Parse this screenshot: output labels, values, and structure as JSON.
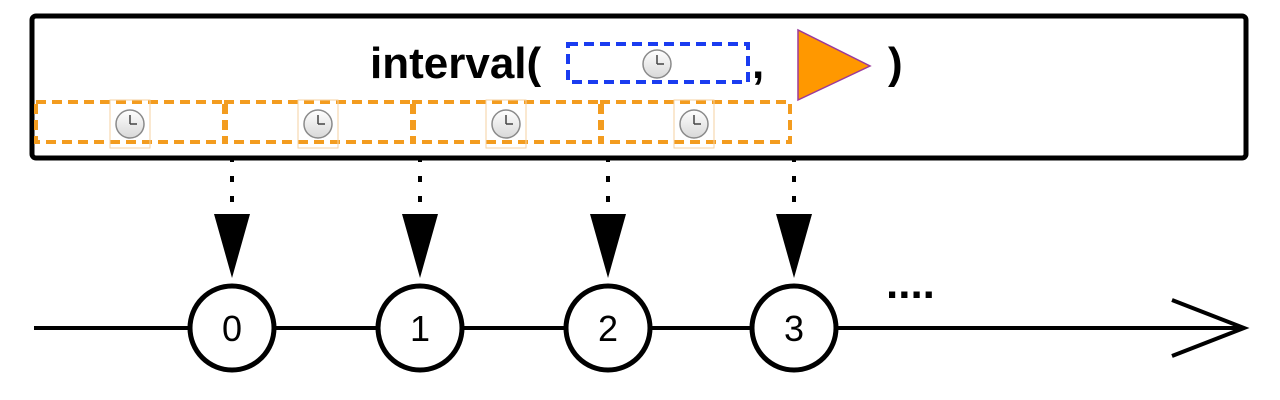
{
  "operator": {
    "name": "interval(",
    "separator": ",",
    "close": ")",
    "period_icon": "clock-icon",
    "scheduler_icon": "play-triangle-icon"
  },
  "emissions": [
    {
      "label": "0"
    },
    {
      "label": "1"
    },
    {
      "label": "2"
    },
    {
      "label": "3"
    }
  ],
  "continuation": "....",
  "colors": {
    "period_box": "#1a3cf0",
    "interval_boxes": "#f39c1f",
    "scheduler_fill": "#ff9800",
    "scheduler_stroke": "#9b3a9b",
    "line": "#000000"
  }
}
